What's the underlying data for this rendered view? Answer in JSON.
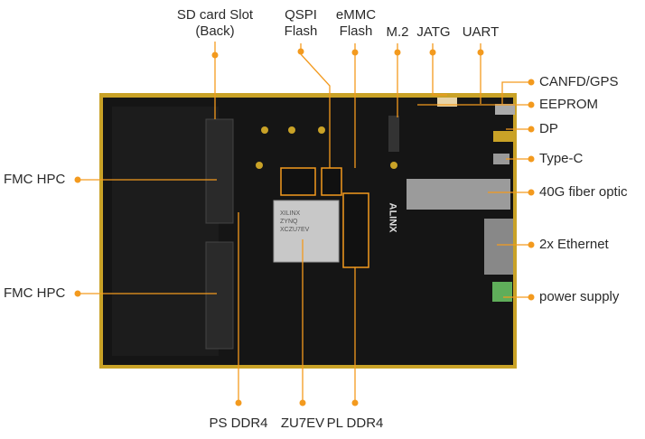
{
  "labels": {
    "sd_card_line1": "SD card Slot",
    "sd_card_line2": "(Back)",
    "qspi_line1": "QSPI",
    "qspi_line2": "Flash",
    "emmc_line1": "eMMC",
    "emmc_line2": "Flash",
    "m2": "M.2",
    "jatg": "JATG",
    "uart": "UART",
    "canfd_gps": "CANFD/GPS",
    "eeprom": "EEPROM",
    "dp": "DP",
    "type_c": "Type-C",
    "fiber": "40G fiber optic",
    "ethernet": "2x Ethernet",
    "power": "power supply",
    "fmc_hpc_top": "FMC HPC",
    "fmc_hpc_bottom": "FMC HPC",
    "ps_ddr4": "PS DDR4",
    "zu7ev": "ZU7EV",
    "pl_ddr4": "PL DDR4"
  },
  "board": {
    "brand": "ALINX",
    "chip_line1": "XILINX",
    "chip_line2": "ZYNQ",
    "chip_line3": "XCZU7EV"
  },
  "colors": {
    "accent": "#f39a1e",
    "pcb": "#151515",
    "gold": "#c9a227"
  }
}
